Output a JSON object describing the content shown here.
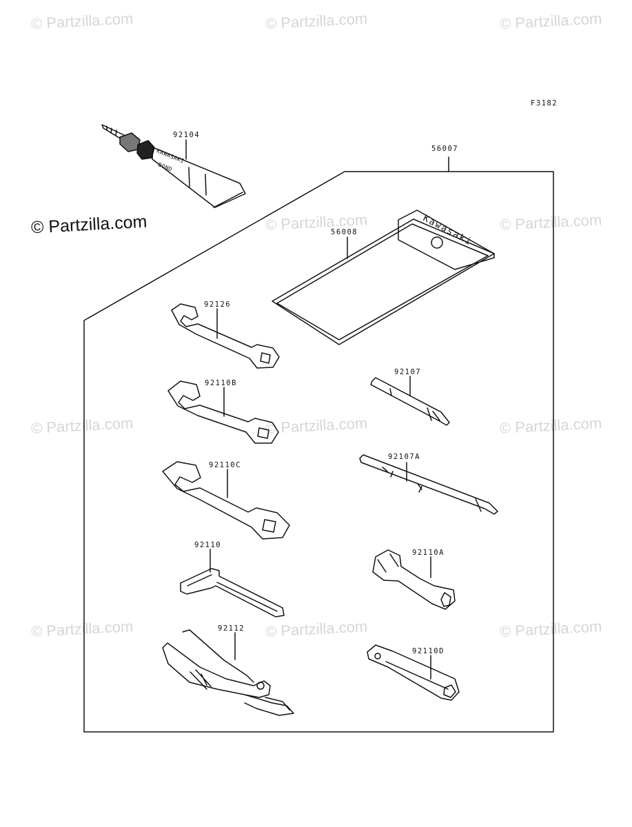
{
  "diagram": {
    "ref_code": "F3182"
  },
  "watermark": {
    "text": "© Partzilla.com"
  },
  "parts": {
    "bond": "92104",
    "kit": "56007",
    "pouch": "56008",
    "wrench_a": "92126",
    "wrench_b": "92110B",
    "wrench_c": "92110C",
    "hex_key": "92110",
    "pliers": "92112",
    "screwdriver": "92107",
    "screwdriver_a": "92107A",
    "box_wrench_a": "92110A",
    "box_wrench_d": "92110D"
  },
  "labels_on_items": {
    "tube_text_1": "KAWASAKI",
    "tube_text_2": "BOND",
    "pouch_brand": "Kawasaki"
  }
}
